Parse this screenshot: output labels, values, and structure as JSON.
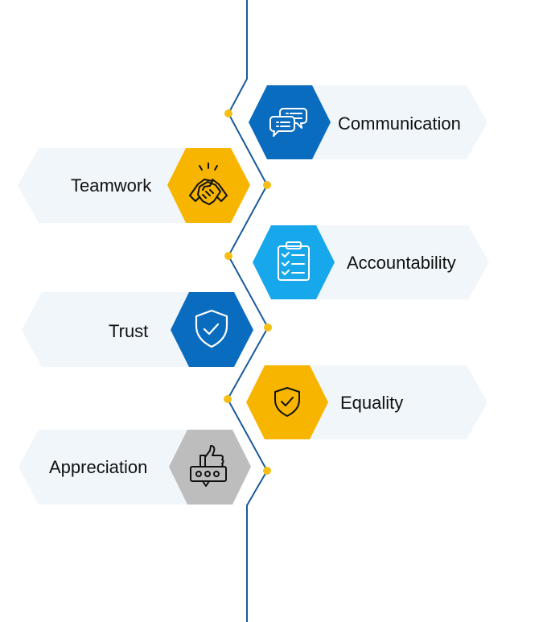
{
  "colors": {
    "line": "#1a5a9c",
    "dot": "#f5bf16",
    "card": "#f1f6fb",
    "icon_stroke": "#ffffff",
    "icon_stroke_dark": "#111111"
  },
  "items": [
    {
      "label": "Communication",
      "side": "right",
      "color": "#0a6cbf",
      "icon": "speech-bubbles-icon",
      "dark_icon": false
    },
    {
      "label": "Teamwork",
      "side": "left",
      "color": "#f7b500",
      "icon": "handshake-icon",
      "dark_icon": true
    },
    {
      "label": "Accountability",
      "side": "right",
      "color": "#17a8ec",
      "icon": "clipboard-checklist-icon",
      "dark_icon": false
    },
    {
      "label": "Trust",
      "side": "left",
      "color": "#0a6cbf",
      "icon": "shield-check-icon",
      "dark_icon": false
    },
    {
      "label": "Equality",
      "side": "right",
      "color": "#f7b500",
      "icon": "shield-check-small-icon",
      "dark_icon": true
    },
    {
      "label": "Appreciation",
      "side": "left",
      "color": "#bdbdbd",
      "icon": "thumbs-up-feedback-icon",
      "dark_icon": true
    }
  ]
}
